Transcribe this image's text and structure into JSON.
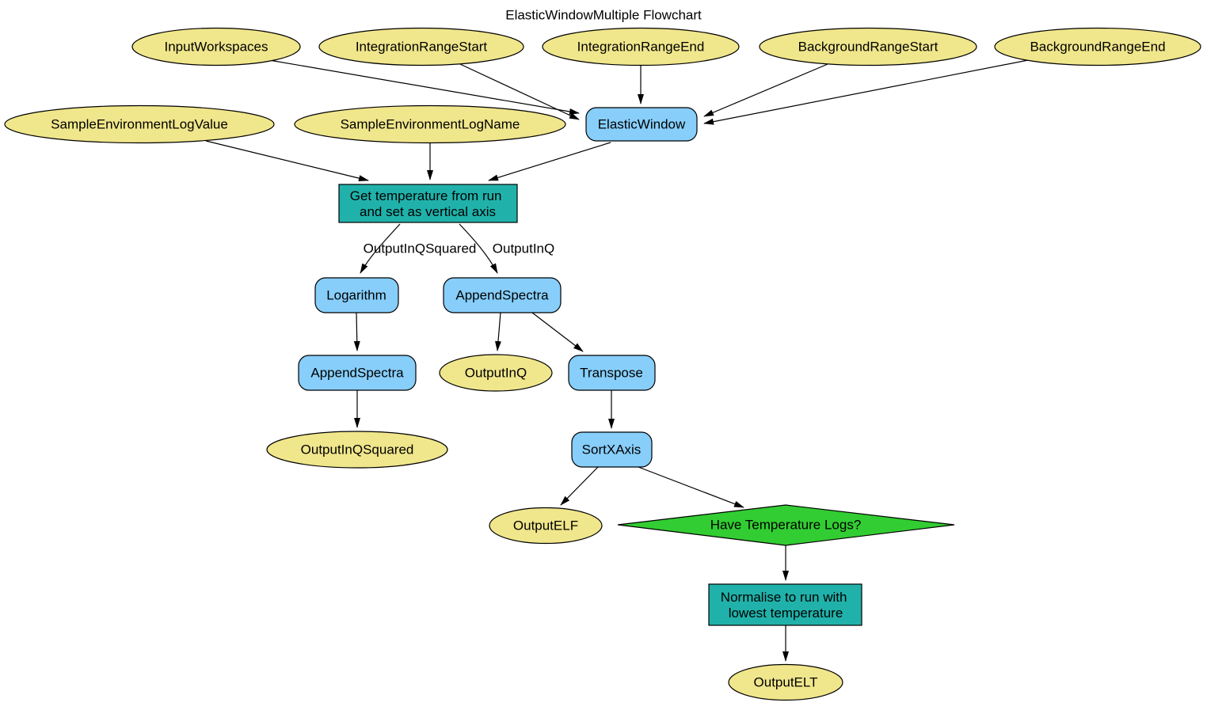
{
  "title": "ElasticWindowMultiple Flowchart",
  "colors": {
    "parameter_fill": "#F0E68C",
    "algorithm_fill": "#87CEFA",
    "process_fill": "#20B2AA",
    "decision_fill": "#32CD32",
    "outline": "#000000",
    "background": "#FFFFFF"
  },
  "nodes": {
    "input_workspaces": {
      "label": "InputWorkspaces",
      "type": "parameter"
    },
    "integration_range_start": {
      "label": "IntegrationRangeStart",
      "type": "parameter"
    },
    "integration_range_end": {
      "label": "IntegrationRangeEnd",
      "type": "parameter"
    },
    "background_range_start": {
      "label": "BackgroundRangeStart",
      "type": "parameter"
    },
    "background_range_end": {
      "label": "BackgroundRangeEnd",
      "type": "parameter"
    },
    "sample_environment_log_value": {
      "label": "SampleEnvironmentLogValue",
      "type": "parameter"
    },
    "sample_environment_log_name": {
      "label": "SampleEnvironmentLogName",
      "type": "parameter"
    },
    "elastic_window": {
      "label": "ElasticWindow",
      "type": "algorithm"
    },
    "get_temperature": {
      "label": "Get temperature from run and set as vertical axis",
      "line1": "Get temperature from run",
      "line2": "and set as vertical axis",
      "type": "process"
    },
    "logarithm": {
      "label": "Logarithm",
      "type": "algorithm"
    },
    "append_spectra_q": {
      "label": "AppendSpectra",
      "type": "algorithm"
    },
    "append_spectra_q_squared": {
      "label": "AppendSpectra",
      "type": "algorithm"
    },
    "output_in_q": {
      "label": "OutputInQ",
      "type": "parameter"
    },
    "transpose": {
      "label": "Transpose",
      "type": "algorithm"
    },
    "output_in_q_squared": {
      "label": "OutputInQSquared",
      "type": "parameter"
    },
    "sort_x_axis": {
      "label": "SortXAxis",
      "type": "algorithm"
    },
    "output_elf": {
      "label": "OutputELF",
      "type": "parameter"
    },
    "have_temperature_logs": {
      "label": "Have Temperature Logs?",
      "type": "decision"
    },
    "normalise": {
      "label": "Normalise to run with lowest temperature",
      "line1": "Normalise to run with",
      "line2": "lowest temperature",
      "type": "process"
    },
    "output_elt": {
      "label": "OutputELT",
      "type": "parameter"
    }
  },
  "edge_labels": {
    "output_in_q_squared": "OutputInQSquared",
    "output_in_q": "OutputInQ"
  }
}
